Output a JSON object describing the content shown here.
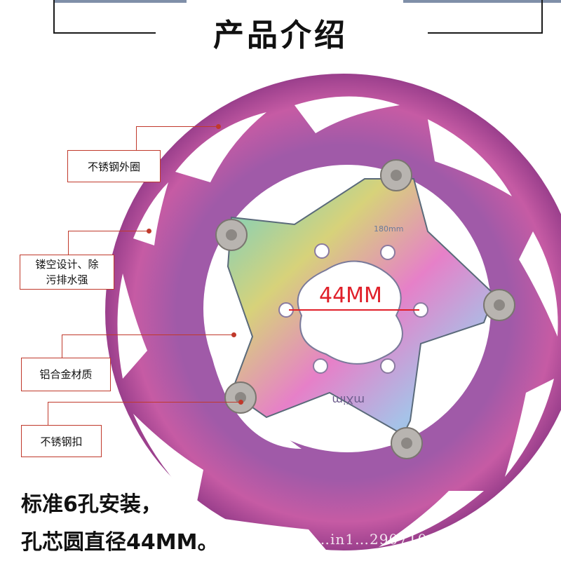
{
  "header": {
    "title": "产品介绍"
  },
  "callouts": {
    "outer_ring": "不锈钢外圈",
    "hollow_line1": "镂空设计、除",
    "hollow_line2": "污排水强",
    "alloy": "铝合金材质",
    "buckle": "不锈钢扣"
  },
  "measurement": "44MM",
  "rotor_marking": "180mm",
  "brand": "mXim",
  "bottom": {
    "line1": "标准6孔安装，",
    "line2": "孔芯圆直径44MM。"
  },
  "watermark": "shop…in1…290710",
  "colors": {
    "callout": "#c0392b",
    "measure": "#e0202a",
    "ring": "#b0509a"
  }
}
